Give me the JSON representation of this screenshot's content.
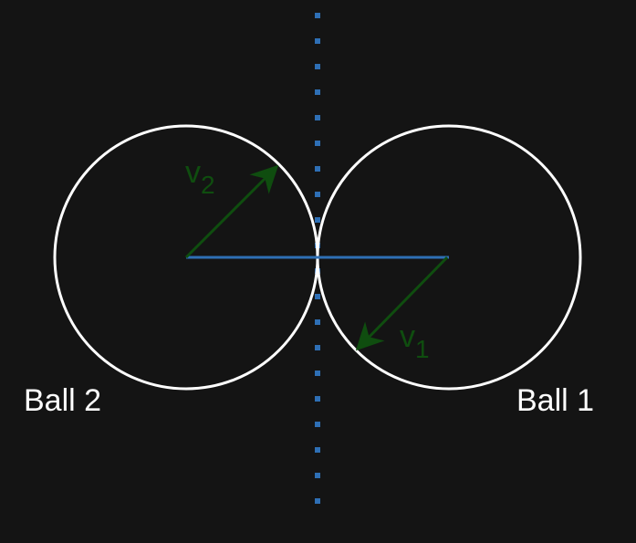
{
  "balls": [
    {
      "label": "Ball 2",
      "velocity_label": "v",
      "velocity_subscript": "2"
    },
    {
      "label": "Ball 1",
      "velocity_label": "v",
      "velocity_subscript": "1"
    }
  ],
  "colors": {
    "background": "#141414",
    "ball_outline": "#ffffff",
    "velocity_vector": "#0f4d0f",
    "center_line": "#2e6fb5",
    "contact_plane": "#2e6fb5"
  }
}
